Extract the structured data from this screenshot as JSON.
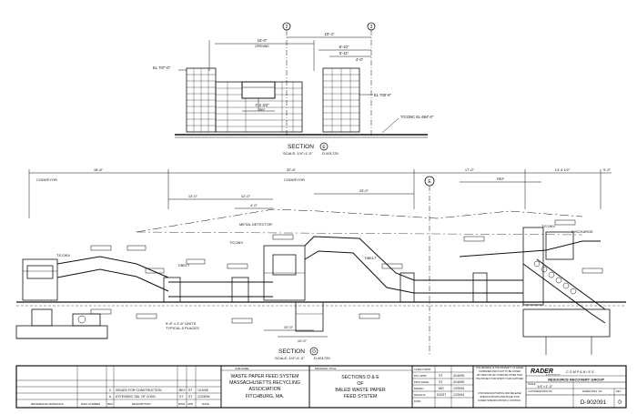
{
  "section_e": {
    "grid_labels": [
      "2",
      "3"
    ],
    "dims": [
      "10'-4\"",
      "15'-0\"",
      "OPENING",
      "8'-10\"",
      "5'-11\"",
      "4'-0\"",
      "4'-2 3/4\"",
      "REF"
    ],
    "elevations": [
      "EL 707'-0\"",
      "EL 700'-6\"",
      "T/CONC EL 694'-0\""
    ],
    "title": "SECTION",
    "marker": "E",
    "scale": "SCALE: 1/4\"=1'-0\"",
    "drawing_ref": "D-901725"
  },
  "section_d": {
    "grid_label": "E",
    "dims_top": [
      "18'-8\"",
      "32'-8\"",
      "17'-0\"",
      "14'-4 1/2\"",
      "9'-0\""
    ],
    "dims_mid": [
      "12'-0\"",
      "12'-0\"",
      "4'-0\"",
      "25'-0\"",
      "REF"
    ],
    "labels": [
      "CONVEYOR",
      "CONVEYOR",
      "T/CONV",
      "T/BELT",
      "METAL DETECTOR",
      "T/CONV",
      "T/BELT",
      "T/CONV",
      "DISCHARGE",
      "5'-8\" x 2'-6\" UNITS",
      "TYPICAL 5 PLACES"
    ],
    "dims_bottom": [
      "10'-0\"",
      "10'-0\""
    ],
    "title": "SECTION",
    "marker": "D",
    "scale": "SCALE: 1/4\"=1'-0\"",
    "drawing_ref": "D-901725"
  },
  "title_block": {
    "revisions": [
      {
        "no": "0",
        "desc": "ISSUED FOR CONSTRUCTION",
        "by": "BKY",
        "chk": "ST",
        "date": "1/19/95"
      },
      {
        "no": "A",
        "desc": "EXTENDED TAIL OF CONV.",
        "by": "ST",
        "chk": "ST",
        "date": "12/28/94"
      }
    ],
    "ref_headers": [
      "REFERENCE DRAWINGS",
      "DWG NUMBER",
      "REV",
      "DESCRIPTION",
      "DWN",
      "APR",
      "DATE"
    ],
    "job_name_label": "JOB NAME",
    "job_name": [
      "WASTE PAPER FEED SYSTEM",
      "MASSACHUSETTS RECYCLING",
      "ASSOCIATION",
      "FITCHBURG, MA."
    ],
    "drawing_title_label": "DRAWING TITLE",
    "drawing_title": [
      "SECTIONS D & E",
      "OF",
      "BALED WASTE PAPER",
      "FEED SYSTEM"
    ],
    "approvals": [
      {
        "role": "CLIENT APPR",
        "initials": "",
        "date": ""
      },
      {
        "role": "P.M. APPR",
        "initials": "ST",
        "date": "3/16/95"
      },
      {
        "role": "PROJ ENGR",
        "initials": "ST",
        "date": "3/16/95"
      },
      {
        "role": "DRAWN",
        "initials": "MG",
        "date": "12/5/94"
      },
      {
        "role": "DES/CHK",
        "initials": "DG/ST",
        "date": "12/5/94"
      },
      {
        "role": "DATE",
        "initials": "",
        "date": ""
      }
    ],
    "note_lines": [
      "THIS DRAWING IS THE PROPERTY OF RADER",
      "COMPANIES AND IS NOT TO BE COPIED",
      "OR USED FOR ANY PURPOSE OTHER THAN",
      "THE PROJECT FOR WHICH IT WAS SUPPLIED"
    ],
    "for_approval": [
      "FOR MANUFACTURING AND RELEASE",
      "SPECIFICATIONS AND RULED FOR",
      "RADER SPECIFICATIONS & CONTROL"
    ],
    "logo_word": "RADER",
    "logo_sub": "COMPANIES",
    "logo_tag": "A DIVISION OF",
    "resource_group": "RESOURCE RECOVERY GROUP",
    "scale_label": "SCALE",
    "scale_value": "1/4\"=1'-0\"",
    "customer_label": "CUSTOMER DWG NO.",
    "drawing_no_label": "RADER DWG. NO.",
    "rev_label": "REV",
    "drawing_no": "D-902091",
    "rev": "0"
  }
}
